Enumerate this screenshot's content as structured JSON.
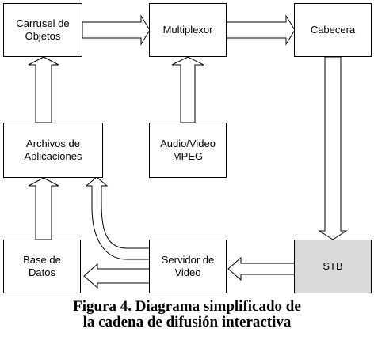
{
  "nodes": {
    "carrusel": "Carrusel de\nObjetos",
    "multiplexor": "Multiplexor",
    "cabecera": "Cabecera",
    "archivos": "Archivos de\nAplicaciones",
    "audio_video": "Audio/Video\nMPEG",
    "base_datos": "Base de\nDatos",
    "servidor": "Servidor de\nVideo",
    "stb": "STB"
  },
  "caption": {
    "line1": "Figura 4. Diagrama simplificado de",
    "line2": "la cadena de difusión interactiva"
  },
  "colors": {
    "stb_fill": "#d9d9d9",
    "box_border": "#000000"
  }
}
